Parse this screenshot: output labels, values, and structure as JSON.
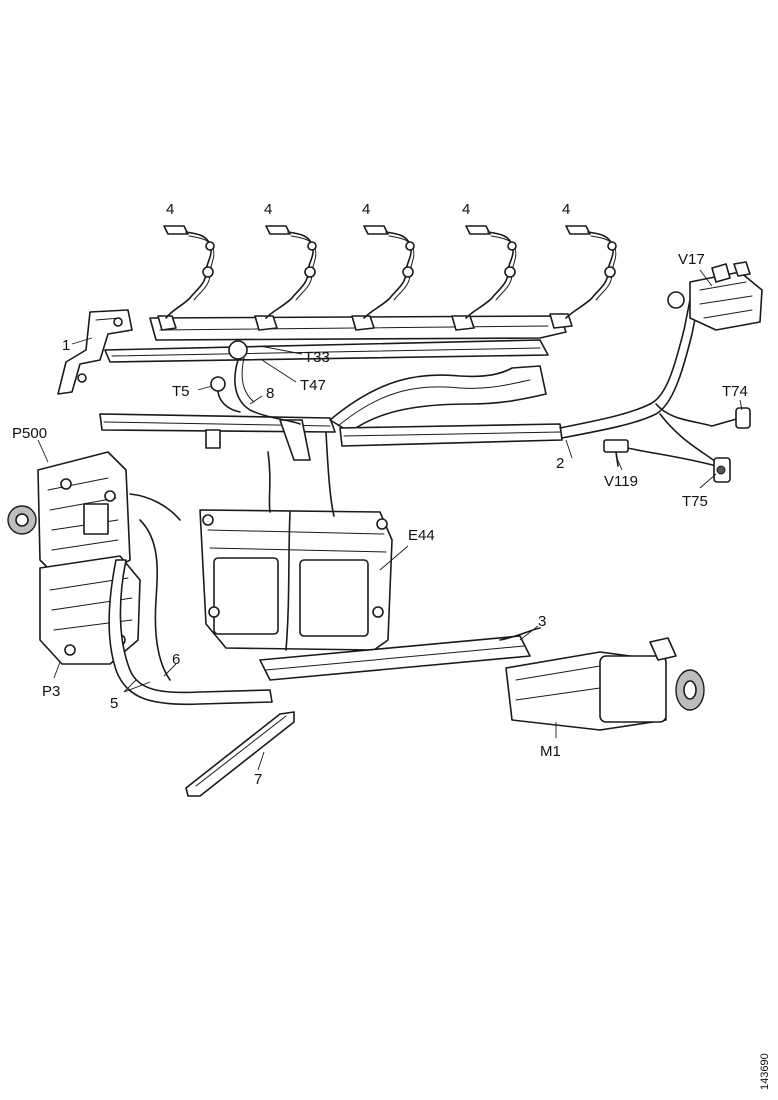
{
  "callouts": {
    "c1": "1",
    "c2": "2",
    "c3": "3",
    "c4a": "4",
    "c4b": "4",
    "c4c": "4",
    "c4d": "4",
    "c4e": "4",
    "c5": "5",
    "c6": "6",
    "c7": "7",
    "c8": "8",
    "t5": "T5",
    "t33": "T33",
    "t47": "T47",
    "t74": "T74",
    "t75": "T75",
    "v17": "V17",
    "v119": "V119",
    "p500": "P500",
    "p3": "P3",
    "e44": "E44",
    "m1": "M1"
  },
  "figure_id": "143690",
  "colors": {
    "line": "#1a1a1a",
    "background": "#ffffff",
    "shade": "#bdbdbd"
  }
}
